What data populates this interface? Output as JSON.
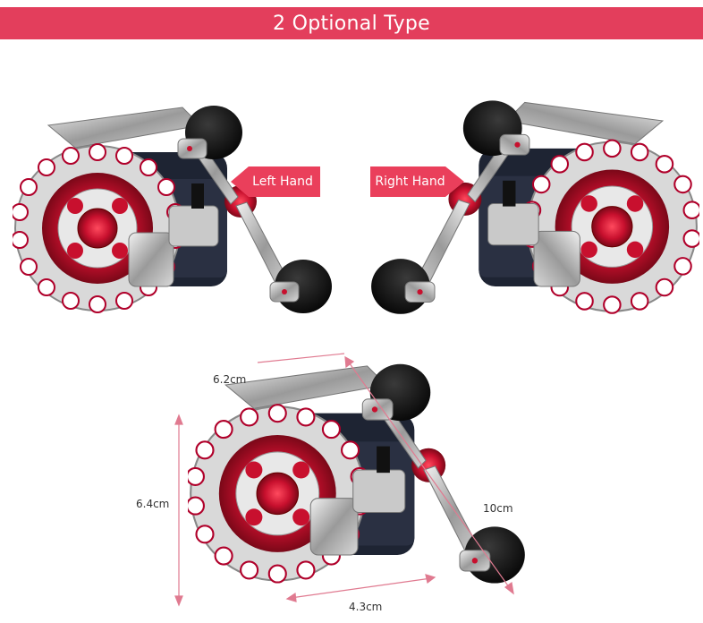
{
  "banner": {
    "title": "2 Optional Type"
  },
  "labels": {
    "left_hand": "Left Hand",
    "right_hand": "Right Hand"
  },
  "dimensions": {
    "top_width": "6.2cm",
    "height": "6.4cm",
    "length": "10cm",
    "bottom_width": "4.3cm"
  },
  "colors": {
    "banner": "#e33e5c",
    "arrow": "#ea3f5b",
    "reel_red": "#c8102e",
    "dim_line": "#e07a90"
  },
  "images": {
    "left_reel": "fishing-reel-left-hand-photo",
    "right_reel": "fishing-reel-right-hand-photo",
    "bottom_reel": "fishing-reel-dimensions-photo"
  }
}
